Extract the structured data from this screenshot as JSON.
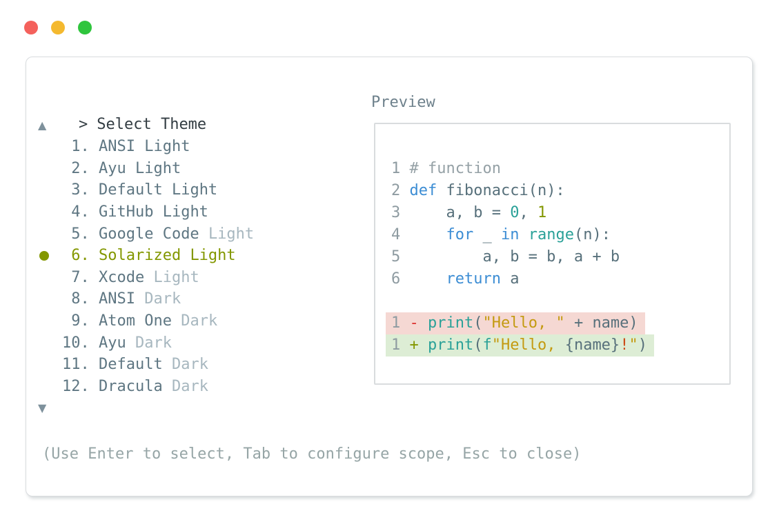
{
  "colors": {
    "accent_olive": "#839700",
    "list_text": "#5e7682",
    "list_muted": "#a7b7bf",
    "prompt_text": "#333d43",
    "arrow": "#7e919c",
    "help_text": "#96a5a6",
    "preview_label": "#6e818c",
    "border": "#d9dcde",
    "code_default": "#57707b",
    "code_comment": "#95a1a6",
    "code_line_number": "#8e9ba1",
    "code_keyword": "#3c8dd4",
    "code_teal": "#2aa198",
    "code_string": "#c49a10",
    "code_minus": "#dc322f",
    "code_bang": "#cb4b16",
    "removed_bg": "#f5d8d3",
    "added_bg": "#ddedd5"
  },
  "window": {
    "traffic_lights": [
      {
        "name": "close",
        "color": "#f4615c"
      },
      {
        "name": "minimize",
        "color": "#f4b92f"
      },
      {
        "name": "zoom",
        "color": "#2fc53d"
      }
    ]
  },
  "selector": {
    "prompt_symbol": ">",
    "title": "Select Theme",
    "scroll_up_icon": "▲",
    "scroll_down_icon": "▼",
    "items": [
      {
        "number": "1",
        "name": "ANSI",
        "variant": "Light",
        "variant_muted": false,
        "selected": false
      },
      {
        "number": "2",
        "name": "Ayu",
        "variant": "Light",
        "variant_muted": false,
        "selected": false
      },
      {
        "number": "3",
        "name": "Default",
        "variant": "Light",
        "variant_muted": false,
        "selected": false
      },
      {
        "number": "4",
        "name": "GitHub",
        "variant": "Light",
        "variant_muted": false,
        "selected": false
      },
      {
        "number": "5",
        "name": "Google Code",
        "variant": "Light",
        "variant_muted": true,
        "selected": false
      },
      {
        "number": "6",
        "name": "Solarized",
        "variant": "Light",
        "variant_muted": false,
        "selected": true
      },
      {
        "number": "7",
        "name": "Xcode",
        "variant": "Light",
        "variant_muted": true,
        "selected": false
      },
      {
        "number": "8",
        "name": "ANSI",
        "variant": "Dark",
        "variant_muted": true,
        "selected": false
      },
      {
        "number": "9",
        "name": "Atom One",
        "variant": "Dark",
        "variant_muted": true,
        "selected": false
      },
      {
        "number": "10",
        "name": "Ayu",
        "variant": "Dark",
        "variant_muted": true,
        "selected": false
      },
      {
        "number": "11",
        "name": "Default",
        "variant": "Dark",
        "variant_muted": true,
        "selected": false
      },
      {
        "number": "12",
        "name": "Dracula",
        "variant": "Dark",
        "variant_muted": true,
        "selected": false
      }
    ],
    "help_text": "(Use Enter to select, Tab to configure scope, Esc to close)"
  },
  "preview": {
    "label": "Preview",
    "code_lines": [
      {
        "tokens": [
          {
            "t": "1",
            "c": "ln"
          },
          {
            "t": " ",
            "c": "default"
          },
          {
            "t": "# function",
            "c": "comment"
          }
        ]
      },
      {
        "tokens": [
          {
            "t": "2",
            "c": "ln"
          },
          {
            "t": " ",
            "c": "default"
          },
          {
            "t": "def",
            "c": "kw"
          },
          {
            "t": " fibonacci(n):",
            "c": "default"
          }
        ]
      },
      {
        "tokens": [
          {
            "t": "3",
            "c": "ln"
          },
          {
            "t": "     a, b = ",
            "c": "default"
          },
          {
            "t": "0",
            "c": "num-teal"
          },
          {
            "t": ", ",
            "c": "default"
          },
          {
            "t": "1",
            "c": "num-olive"
          }
        ]
      },
      {
        "tokens": [
          {
            "t": "4",
            "c": "ln"
          },
          {
            "t": "     ",
            "c": "default"
          },
          {
            "t": "for",
            "c": "kw"
          },
          {
            "t": " _ ",
            "c": "default"
          },
          {
            "t": "in",
            "c": "kw"
          },
          {
            "t": " ",
            "c": "default"
          },
          {
            "t": "range",
            "c": "fn"
          },
          {
            "t": "(n):",
            "c": "default"
          }
        ]
      },
      {
        "tokens": [
          {
            "t": "5",
            "c": "ln"
          },
          {
            "t": "         a, b = b, a + b",
            "c": "default"
          }
        ]
      },
      {
        "tokens": [
          {
            "t": "6",
            "c": "ln"
          },
          {
            "t": "     ",
            "c": "default"
          },
          {
            "t": "return",
            "c": "kw"
          },
          {
            "t": " a",
            "c": "default"
          }
        ]
      },
      {
        "tokens": []
      },
      {
        "bg": "removed",
        "tokens": [
          {
            "t": "1",
            "c": "ln"
          },
          {
            "t": " ",
            "c": "default"
          },
          {
            "t": "-",
            "c": "minus"
          },
          {
            "t": " ",
            "c": "default"
          },
          {
            "t": "print",
            "c": "fn"
          },
          {
            "t": "(",
            "c": "default"
          },
          {
            "t": "\"Hello, \"",
            "c": "str"
          },
          {
            "t": " + name)",
            "c": "default"
          }
        ]
      },
      {
        "bg": "added",
        "tokens": [
          {
            "t": "1",
            "c": "ln"
          },
          {
            "t": " ",
            "c": "default"
          },
          {
            "t": "+",
            "c": "plus"
          },
          {
            "t": " ",
            "c": "default"
          },
          {
            "t": "print",
            "c": "fn"
          },
          {
            "t": "(",
            "c": "default"
          },
          {
            "t": "f",
            "c": "fn"
          },
          {
            "t": "\"Hello, ",
            "c": "str"
          },
          {
            "t": "{name}",
            "c": "default"
          },
          {
            "t": "!",
            "c": "bang"
          },
          {
            "t": "\"",
            "c": "str"
          },
          {
            "t": ")",
            "c": "default"
          }
        ]
      }
    ]
  }
}
